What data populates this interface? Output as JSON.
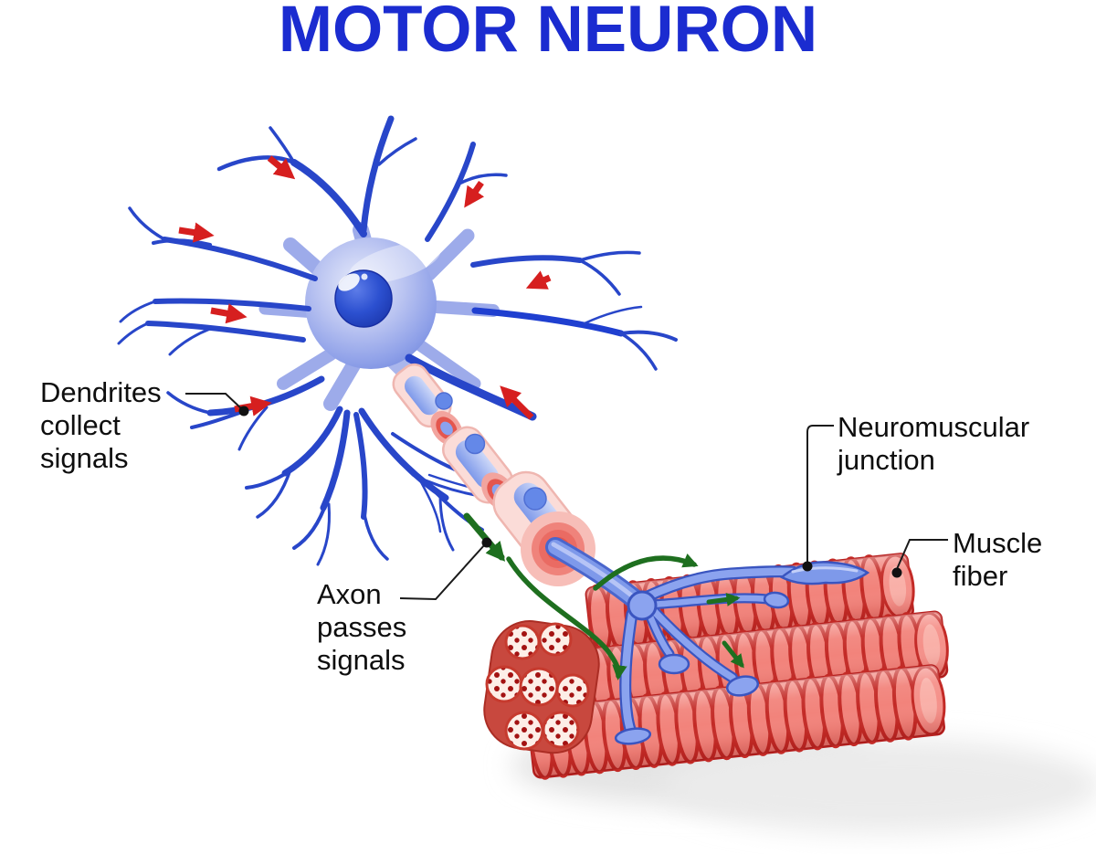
{
  "title": "MOTOR NEURON",
  "labels": {
    "dendrites": "Dendrites\ncollect\nsignals",
    "axon": "Axon\npasses\nsignals",
    "neuromuscular_junction": "Neuromuscular\njunction",
    "muscle_fiber": "Muscle\nfiber"
  },
  "colors": {
    "title_blue": "#1b2cd0",
    "label_text": "#0e0e0e",
    "dendrite_blue": "#2846c9",
    "soma_light_blue": "#b9c3f1",
    "nucleus_blue": "#2c50d0",
    "myelin_pink": "#fbdcd8",
    "node_of_ranvier_red": "#e4564e",
    "axon_terminal_blue": "#8ba3ef",
    "muscle_red": "#f2837b",
    "muscle_ridge_red": "#c32a26",
    "cross_section_cream": "#fdeee7",
    "myofibril_dot_red": "#a31212",
    "incoming_signal_arrow_red": "#d61f1f",
    "signal_direction_arrow_green": "#1e6f1f"
  }
}
